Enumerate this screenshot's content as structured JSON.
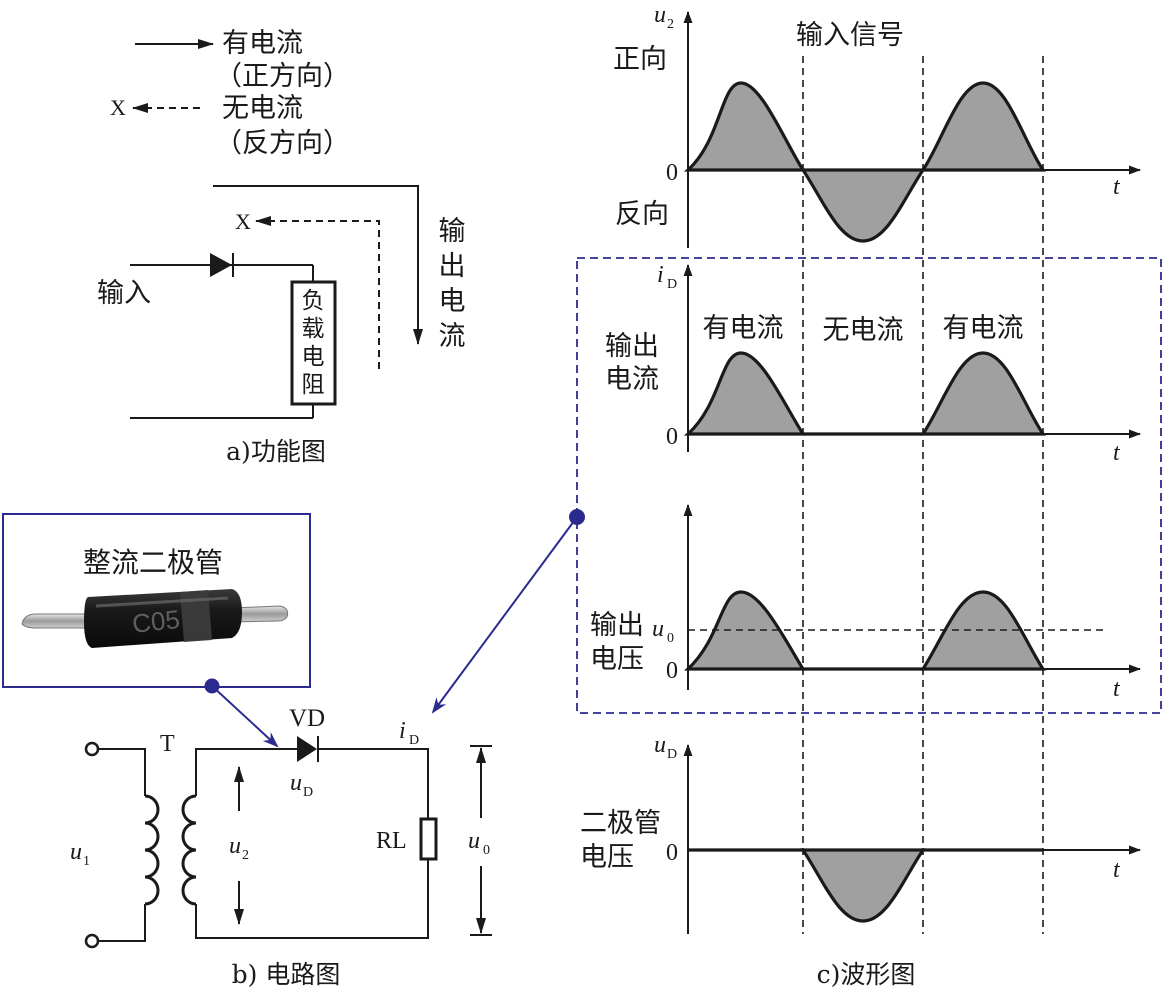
{
  "legend": {
    "current_label": "有电流",
    "current_dir": "（正方向）",
    "no_current_label": "无电流",
    "no_current_dir": "（反方向）",
    "x_mark": "X"
  },
  "functional": {
    "input": "输入",
    "load_chars": [
      "负",
      "载",
      "电",
      "阻"
    ],
    "output_chars": [
      "输",
      "出",
      "电",
      "流"
    ],
    "x_mark": "X",
    "caption": "a)功能图"
  },
  "photo": {
    "title": "整流二极管",
    "marking": "C05"
  },
  "circuit": {
    "transformer": "T",
    "diode": "VD",
    "i_main": "i",
    "i_sub": "D",
    "ud_main": "u",
    "ud_sub": "D",
    "u1_main": "u",
    "u1_sub": "1",
    "u2_main": "u",
    "u2_sub": "2",
    "load": "RL",
    "u0_main": "u",
    "u0_sub": "0",
    "caption": "b)  电路图"
  },
  "waveforms": {
    "caption": "c)波形图",
    "t_label": "t",
    "zero": "0",
    "input": {
      "title": "输入信号",
      "y_main": "u",
      "y_sub": "2",
      "forward": "正向",
      "reverse": "反向"
    },
    "current": {
      "y_main": "i",
      "y_sub": "D",
      "side_line1": "输出",
      "side_line2": "电流",
      "seg1": "有电流",
      "seg2": "无电流",
      "seg3": "有电流"
    },
    "voltage": {
      "side_line1": "输出",
      "side_line2": "电压",
      "avg_main": "u",
      "avg_sub": "0"
    },
    "diode": {
      "y_main": "u",
      "y_sub": "D",
      "side_line1": "二极管",
      "side_line2": "电压"
    }
  }
}
